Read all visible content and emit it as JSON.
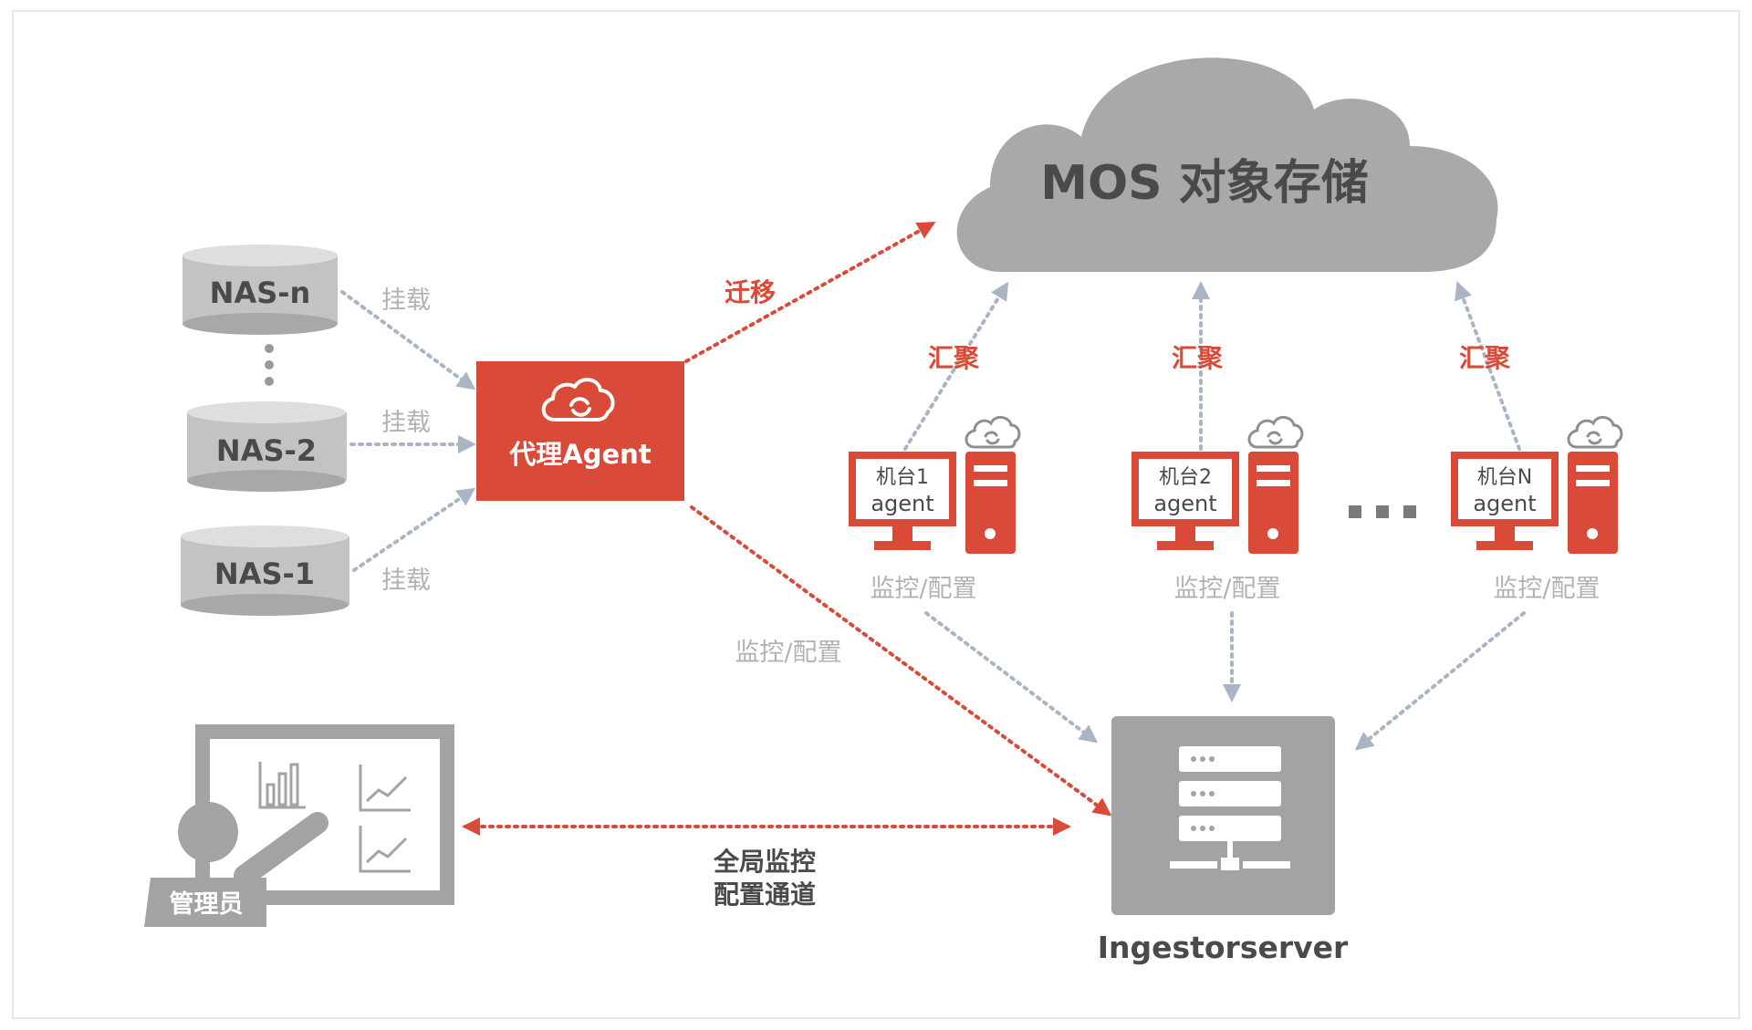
{
  "colors": {
    "accent_red": "#d94a38",
    "grey_dark": "#8f8f8f",
    "grey_mid": "#a8a8a8",
    "grey_light": "#c6c6c6",
    "text_dark": "#4a4a4a",
    "text_grey": "#b2b2b2"
  },
  "cloud": {
    "label": "MOS 对象存储"
  },
  "nas": [
    {
      "label": "NAS-n",
      "mount_label": "挂载"
    },
    {
      "label": "NAS-2",
      "mount_label": "挂载"
    },
    {
      "label": "NAS-1",
      "mount_label": "挂载"
    }
  ],
  "proxy_agent": {
    "label": "代理Agent"
  },
  "migrate_label": "迁移",
  "proxy_monitor_label": "监控/配置",
  "machines": [
    {
      "line1": "机台1",
      "line2": "agent",
      "aggregate_label": "汇聚",
      "monitor_label": "监控/配置"
    },
    {
      "line1": "机台2",
      "line2": "agent",
      "aggregate_label": "汇聚",
      "monitor_label": "监控/配置"
    },
    {
      "line1": "机台N",
      "line2": "agent",
      "aggregate_label": "汇聚",
      "monitor_label": "监控/配置"
    }
  ],
  "server": {
    "label": "Ingestorserver"
  },
  "admin": {
    "label": "管理员"
  },
  "channel": {
    "line1": "全局监控",
    "line2": "配置通道"
  }
}
